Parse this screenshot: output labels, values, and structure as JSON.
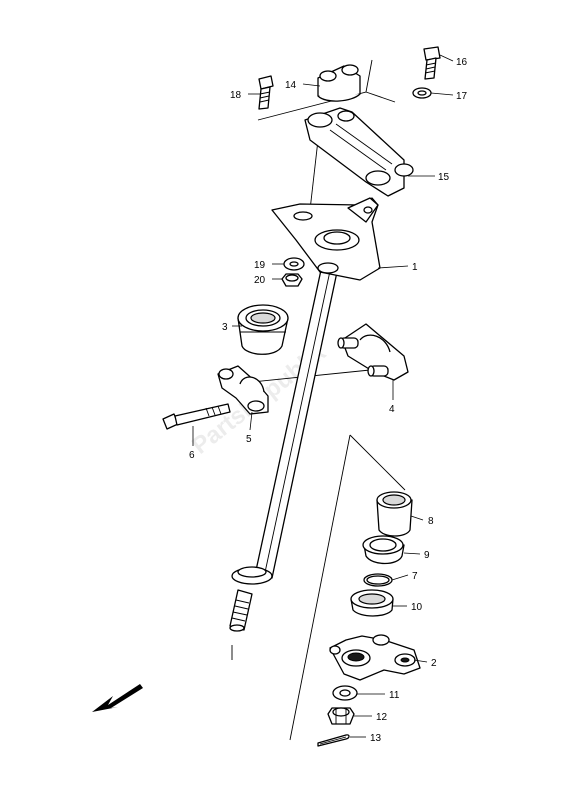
{
  "watermark": "PartsRepublik",
  "callouts": [
    {
      "id": "1",
      "text": "1"
    },
    {
      "id": "2",
      "text": "2"
    },
    {
      "id": "3",
      "text": "3"
    },
    {
      "id": "4",
      "text": "4"
    },
    {
      "id": "5",
      "text": "5"
    },
    {
      "id": "6",
      "text": "6"
    },
    {
      "id": "7",
      "text": "7"
    },
    {
      "id": "8",
      "text": "8"
    },
    {
      "id": "9",
      "text": "9"
    },
    {
      "id": "10",
      "text": "10"
    },
    {
      "id": "11",
      "text": "11"
    },
    {
      "id": "12",
      "text": "12"
    },
    {
      "id": "13",
      "text": "13"
    },
    {
      "id": "14",
      "text": "14"
    },
    {
      "id": "15",
      "text": "15"
    },
    {
      "id": "16",
      "text": "16"
    },
    {
      "id": "17",
      "text": "17"
    },
    {
      "id": "18",
      "text": "18"
    },
    {
      "id": "19",
      "text": "19"
    },
    {
      "id": "20",
      "text": "20"
    }
  ],
  "front_arrow_icon": "arrow-down-left"
}
